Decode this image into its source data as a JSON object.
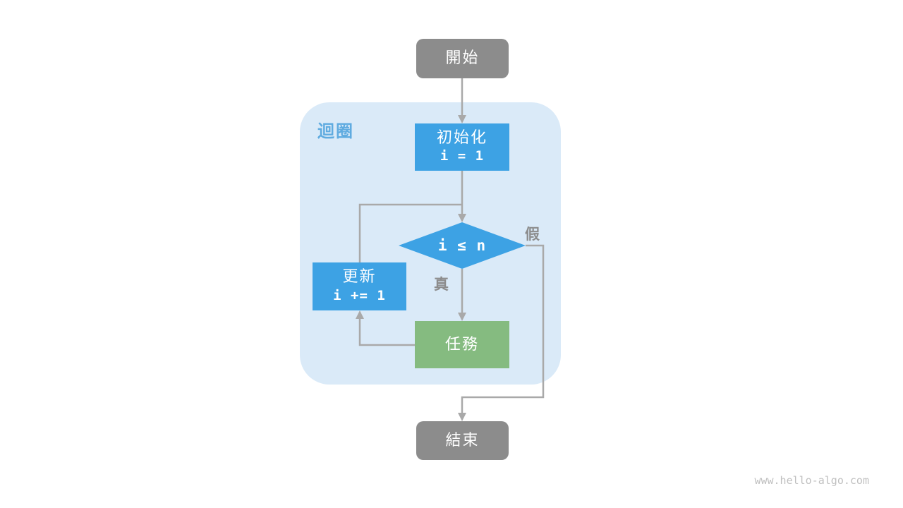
{
  "diagram": {
    "loop_label": "迴圈",
    "nodes": {
      "start": {
        "label": "開始"
      },
      "init": {
        "label": "初始化",
        "code": "i = 1"
      },
      "condition": {
        "label": "i ≤ n"
      },
      "update": {
        "label": "更新",
        "code": "i += 1"
      },
      "task": {
        "label": "任務"
      },
      "end": {
        "label": "結束"
      }
    },
    "edge_labels": {
      "true": "真",
      "false": "假"
    },
    "colors": {
      "node_gray": "#8c8c8c",
      "node_blue": "#3da2e4",
      "node_green": "#85bb80",
      "container_bg": "#daeaf8",
      "loop_label_text": "#5fabe0",
      "arrow": "#a9a9a9",
      "edge_label_text": "#8c8c8c",
      "watermark_text": "#bfbfbf"
    },
    "watermark": "www.hello-algo.com"
  }
}
